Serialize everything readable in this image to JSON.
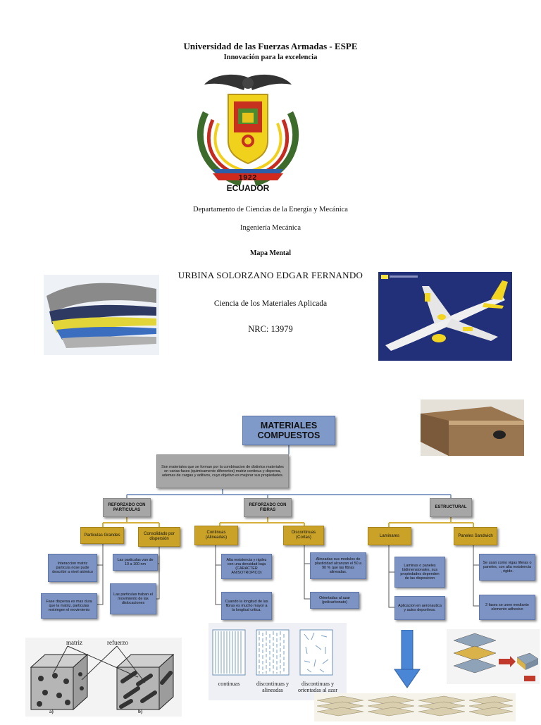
{
  "header": {
    "university": "Universidad de las Fuerzas Armadas - ESPE",
    "motto": "Innovación para la excelencia",
    "crest_year": "1922",
    "crest_country": "ECUADOR",
    "department": "Departamento de Ciencias de la Energía y Mecánica",
    "career": "Ingeniería Mecánica",
    "document_type": "Mapa Mental",
    "author": "URBINA SOLORZANO EDGAR FERNANDO",
    "course": "Ciencia de los Materiales Aplicada",
    "nrc": "NRC: 13979"
  },
  "mindmap": {
    "root": "MATERIALES COMPUESTOS",
    "definition": "Son materiales que se forman por la combinacion de distintos materiales en varias fases (quimicamente diferentes) matriz continua y dispersa, ademas de cargas y aditivos, cuyo objetivo es mejorar sus propiedades.",
    "categories": {
      "particulas": "REFORZADO CON PARTICULAS",
      "fibras": "REFORZADO CON FIBRAS",
      "estructural": "ESTRUCTURAL"
    },
    "subcategories": {
      "grandes": "Particulas Grandes",
      "dispersion": "Consolidado por dispersión",
      "continuas": "Continuas (Alineadas)",
      "discontinuas": "Discontinuas (Cortas)",
      "laminares": "Laminares",
      "sandwich": "Paneles Sandwich"
    },
    "details": {
      "interaccion": "Interaccion matriz particula nose pude describir a nivel atómico",
      "fase_dispersa": "Fase dispersa es mas dura que la matriz, particulas restringen el movimiento",
      "tamano": "Las particulas van de 10 a 100 nm",
      "traban": "Las particulas traban el movimiento de las dislocaciones",
      "alta_resistencia": "Alta resistencia y rigdez con una densidad baja (CARACTER ANISOTROPICO)",
      "longitud": "Cuando la longitud de las fibras es mucho mayor a la longitud critica.",
      "alineadas": "Alineadas sus modulos de plasticidad alcanzan el 50 a 90 % que las fibras alineadas.",
      "azar": "Orientadas al azar (policarbonato)",
      "laminas": "Laminas o paneles bidimensionales, sus propiedades dependen de las disposicion",
      "aplicacion": "Aplicacion en aeronautica y autos deportivos.",
      "vigas": "Se usan como vigas liferas o paneles, con alta resistencia , rigide.",
      "fases": "2 fases se unen mediante elemento adhesivo"
    }
  },
  "figures": {
    "matrix_label": "matriz",
    "reinforcement_label": "refuerzo",
    "panel_a": "a)",
    "panel_b": "b)",
    "fiber_continuous": "continuas",
    "fiber_discontinuous": "discontinuas y alineadas",
    "fiber_random": "discontinuas y orientadas al azar"
  },
  "colors": {
    "gray_box": "#a6a6a6",
    "gold_box": "#c9a227",
    "blue_box": "#7d93c3",
    "arrow_blue": "#4a86d6"
  }
}
